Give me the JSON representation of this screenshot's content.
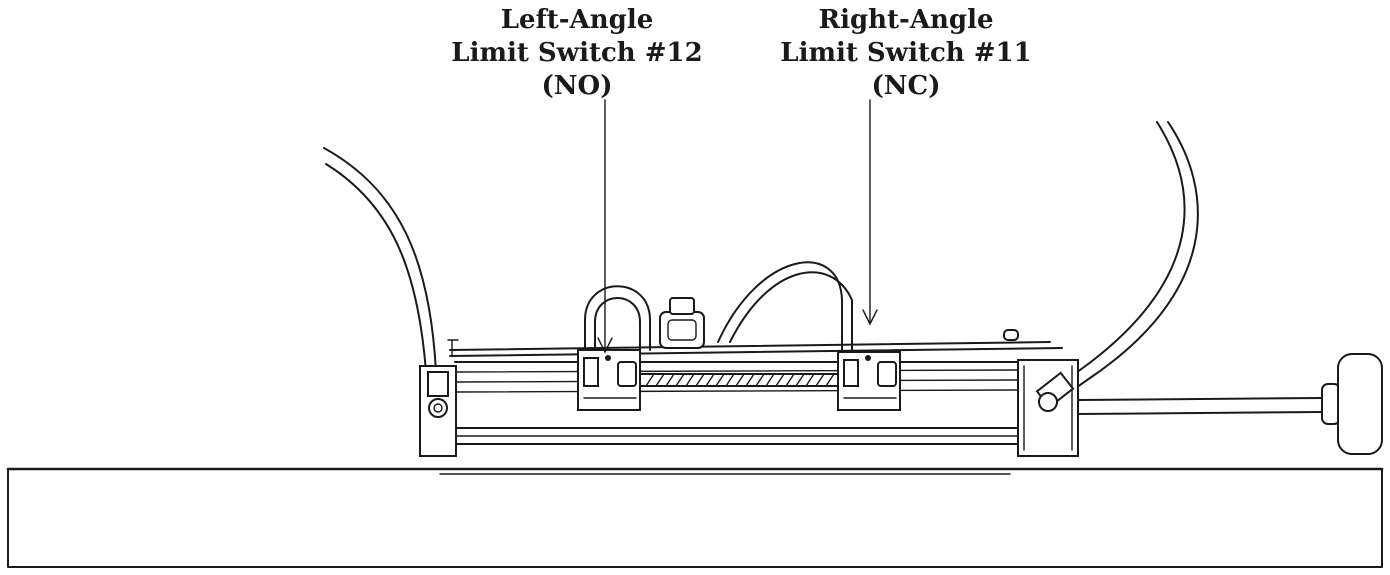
{
  "labels": {
    "left_switch": {
      "line1": "Left-Angle",
      "line2": "Limit Switch #12",
      "line3": "(NO)"
    },
    "right_switch": {
      "line1": "Right-Angle",
      "line2": "Limit Switch #11",
      "line3": "(NC)"
    }
  },
  "colors": {
    "ink": "#1a1a1a",
    "paper": "#ffffff"
  }
}
